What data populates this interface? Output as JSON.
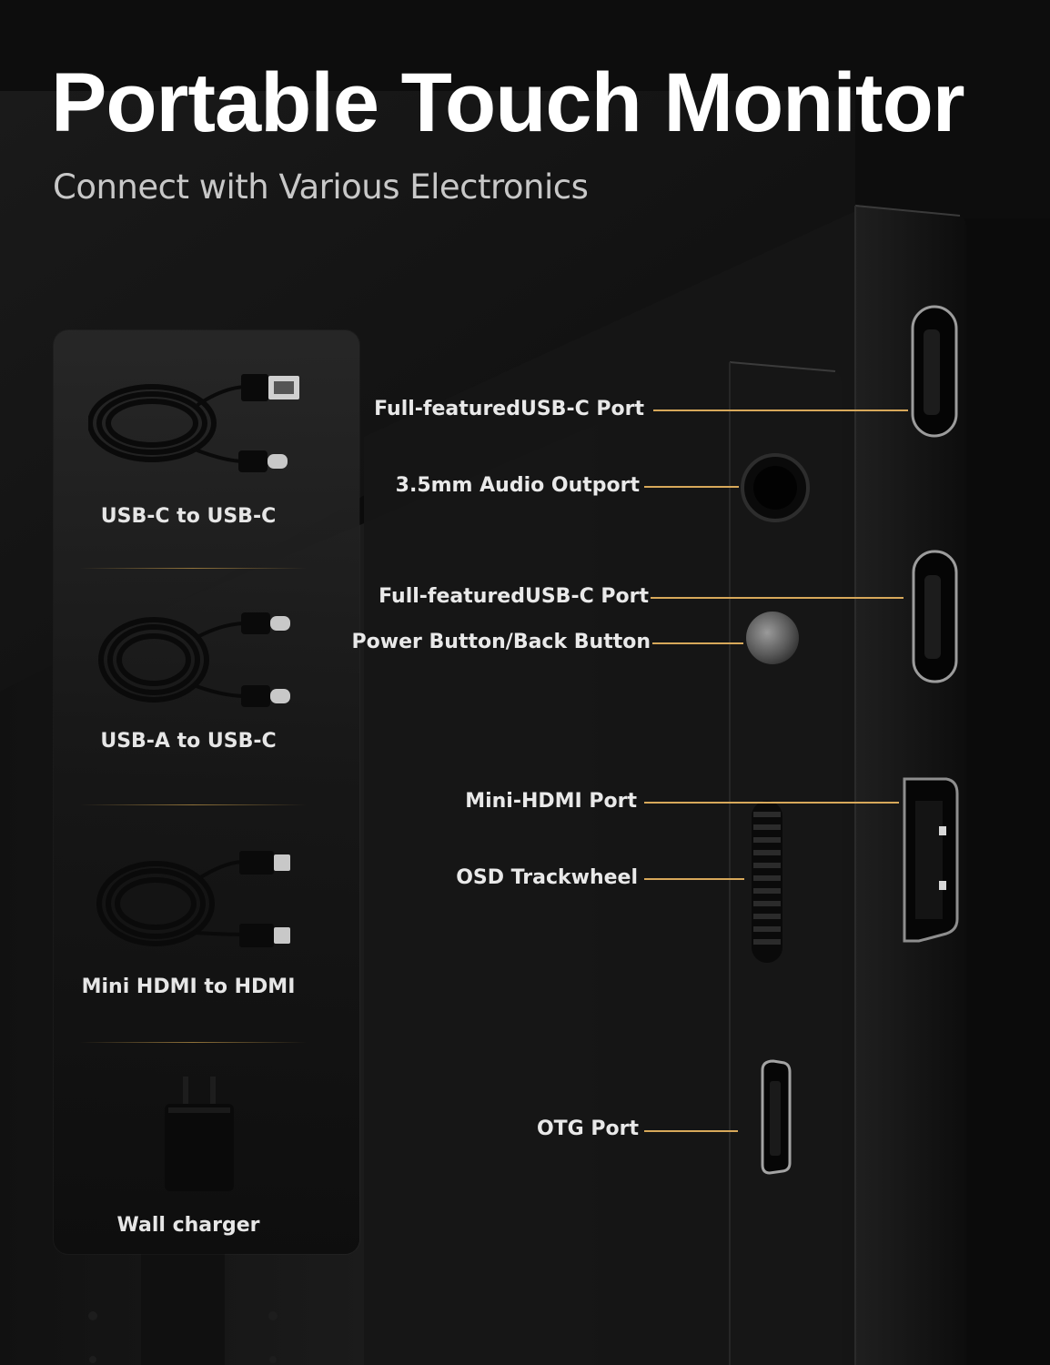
{
  "header": {
    "title": "Portable Touch Monitor",
    "subtitle": "Connect with Various Electronics"
  },
  "accessories": [
    {
      "label": "USB-C to USB-C",
      "icon": "usb-cable-icon"
    },
    {
      "label": "USB-A to USB-C",
      "icon": "usb-cable-icon"
    },
    {
      "label": "Mini HDMI to HDMI",
      "icon": "hdmi-cable-icon"
    },
    {
      "label": "Wall charger",
      "icon": "wall-charger-icon"
    }
  ],
  "ports": [
    {
      "label": "Full-featuredUSB-C Port"
    },
    {
      "label": "3.5mm Audio Outport"
    },
    {
      "label": "Full-featuredUSB-C Port"
    },
    {
      "label": "Power Button/Back Button"
    },
    {
      "label": "Mini-HDMI Port"
    },
    {
      "label": "OSD Trackwheel"
    },
    {
      "label": "OTG Port"
    }
  ],
  "colors": {
    "background": "#0b0b0b",
    "accent_leader": "#d7a85a",
    "text": "#e9e9e9"
  }
}
